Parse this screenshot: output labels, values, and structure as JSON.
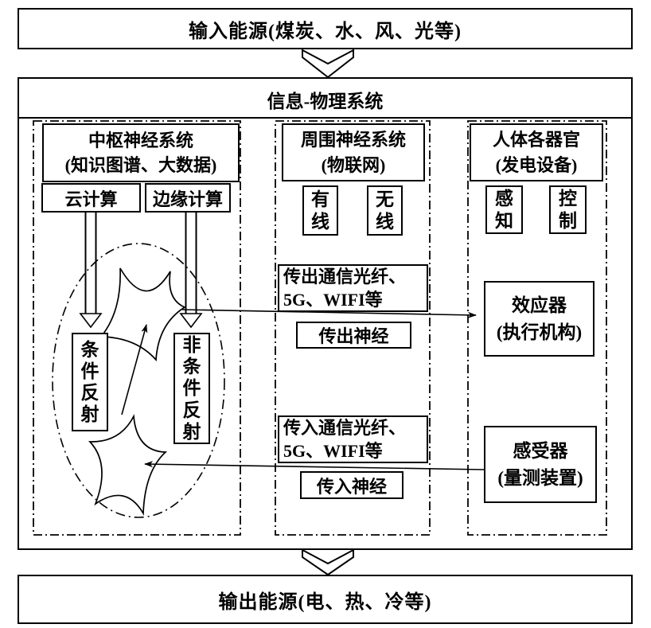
{
  "page": {
    "background": "#ffffff",
    "line_color": "#000000"
  },
  "flow": {
    "input_box": "输入能源(煤炭、水、风、光等)",
    "system_title": "信息-物理系统",
    "output_box": "输出能源(电、热、冷等)"
  },
  "central_column": {
    "header_line1": "中枢神经系统",
    "header_line2": "(知识图谱、大数据)",
    "cloud_computing": "云计算",
    "edge_computing": "边缘计算",
    "conditioned_reflex": "条件反射",
    "unconditioned_reflex": "非条件反射"
  },
  "peripheral_column": {
    "header_line1": "周围神经系统",
    "header_line2": "(物联网)",
    "wired": "有线",
    "wireless": "无线",
    "efferent_comm_line1": "传出通信光纤、",
    "efferent_comm_line2": "5G、WIFI等",
    "efferent_nerve": "传出神经",
    "afferent_comm_line1": "传入通信光纤、",
    "afferent_comm_line2": "5G、WIFI等",
    "afferent_nerve": "传入神经"
  },
  "organ_column": {
    "header_line1": "人体各器官",
    "header_line2": "(发电设备)",
    "sensing": "感知",
    "control": "控制",
    "effector_line1": "效应器",
    "effector_line2": "(执行机构)",
    "receptor_line1": "感受器",
    "receptor_line2": "(量测装置)"
  }
}
